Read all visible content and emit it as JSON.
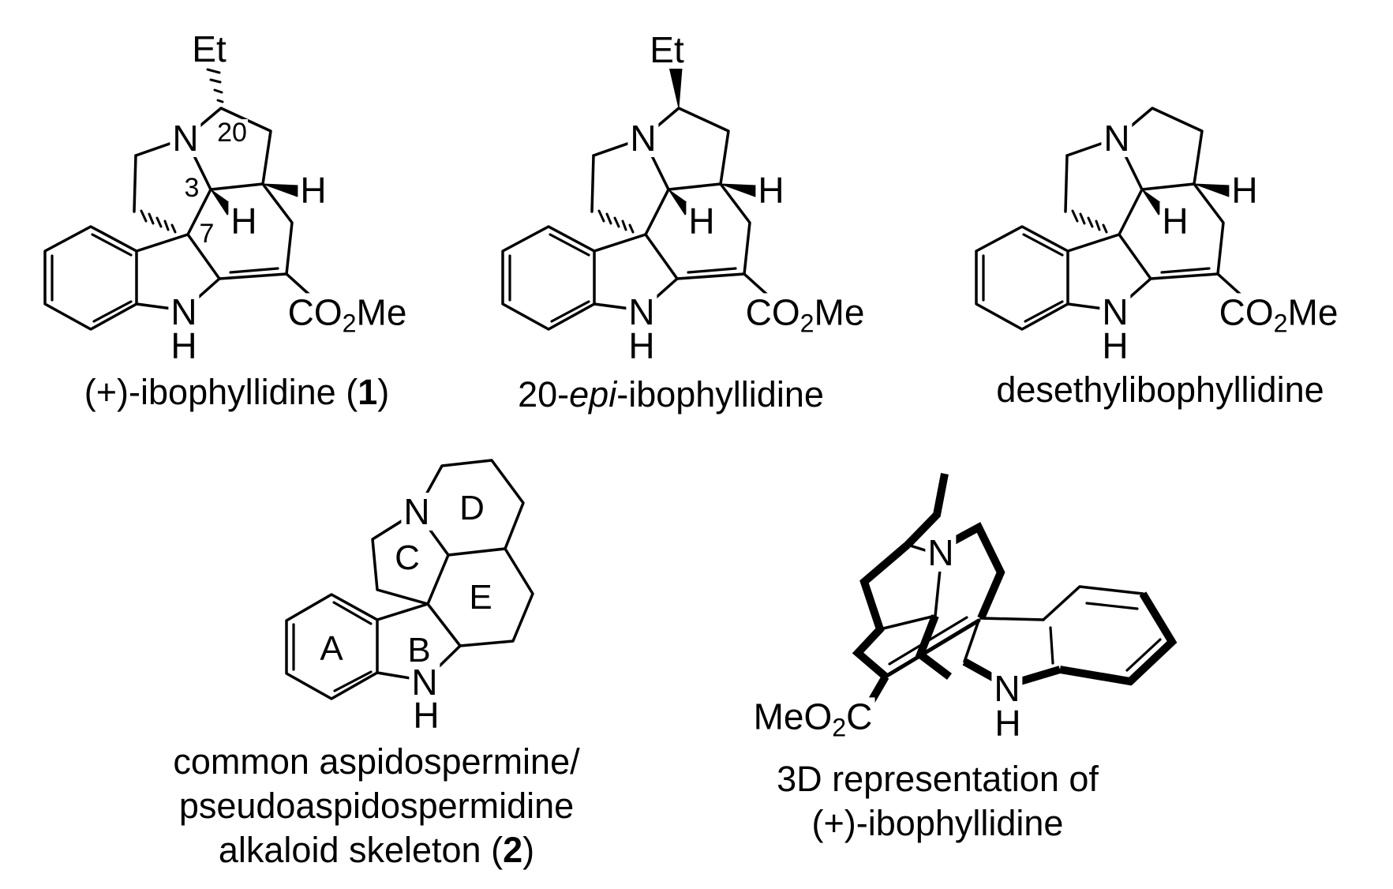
{
  "figure": {
    "background_color": "#ffffff",
    "ink_color": "#000000",
    "description_labels": {
      "n": "N",
      "h": "H",
      "et": "Et"
    },
    "ester": {
      "co2me_pre": "CO",
      "co2me_sub": "2",
      "co2me_post": "Me",
      "meo2c_pre": "MeO",
      "meo2c_sub": "2",
      "meo2c_post": "C"
    },
    "locants": {
      "c20": "20",
      "c3": "3",
      "c7": "7"
    },
    "ring_letters": {
      "a": "A",
      "b": "B",
      "c": "C",
      "d": "D",
      "e": "E"
    },
    "captions": {
      "s1_pre": "(+)-ibophyllidine (",
      "s1_num": "1",
      "s1_post": ")",
      "s2_pre": "20-",
      "s2_em": "epi",
      "s2_post": "-ibophyllidine",
      "s3_text": "desethylibophyllidine",
      "s4_line1": "common aspidospermine/",
      "s4_line2": "pseudoaspidospermidine",
      "s4_line3_pre": "alkaloid skeleton (",
      "s4_line3_num": "2",
      "s4_line3_post": ")",
      "s5_line1": "3D representation of",
      "s5_line2": "(+)-ibophyllidine"
    }
  }
}
